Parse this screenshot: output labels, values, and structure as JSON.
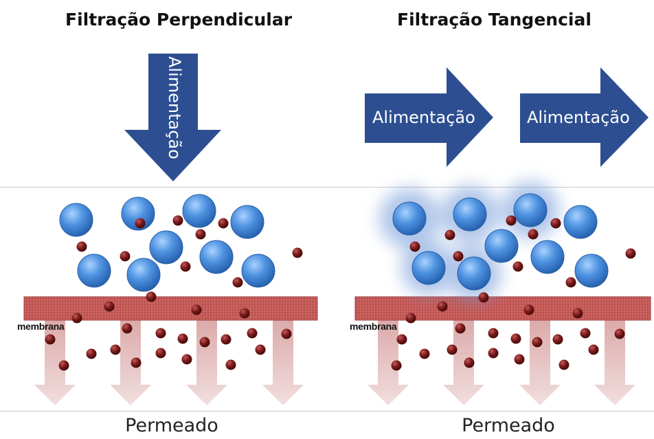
{
  "left_panel": {
    "title": "Filtração Perpendicular",
    "feed_label": "Alimentação",
    "membrane_label": "membrana",
    "permeate_label": "Permeado"
  },
  "right_panel": {
    "title": "Filtração Tangencial",
    "feed_label_1": "Alimentação",
    "feed_label_2": "Alimentação",
    "membrane_label": "membrana",
    "permeate_label": "Permeado"
  },
  "colors": {
    "feed_arrow": "#2d4f91",
    "membrane": "#c0504d",
    "permeate_arrow": "#e2b3b3",
    "large_particle": "#4f8fd6",
    "small_particle": "#6e1414"
  }
}
